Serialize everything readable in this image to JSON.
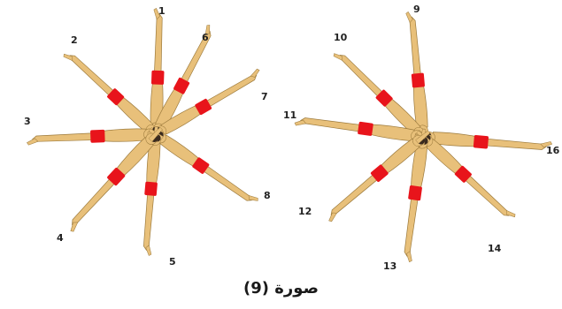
{
  "caption": "صورة (9)",
  "colors": {
    "skin": "#E8C07A",
    "skin_edge": "#9C7A3C",
    "swimsuit": "#E8141B",
    "hair": "#3A2A1E"
  },
  "left_figure": {
    "labels": [
      "1",
      "2",
      "3",
      "4",
      "5",
      "6",
      "7",
      "8"
    ]
  },
  "right_figure": {
    "labels": [
      "9",
      "10",
      "11",
      "12",
      "13",
      "14",
      "16"
    ]
  }
}
